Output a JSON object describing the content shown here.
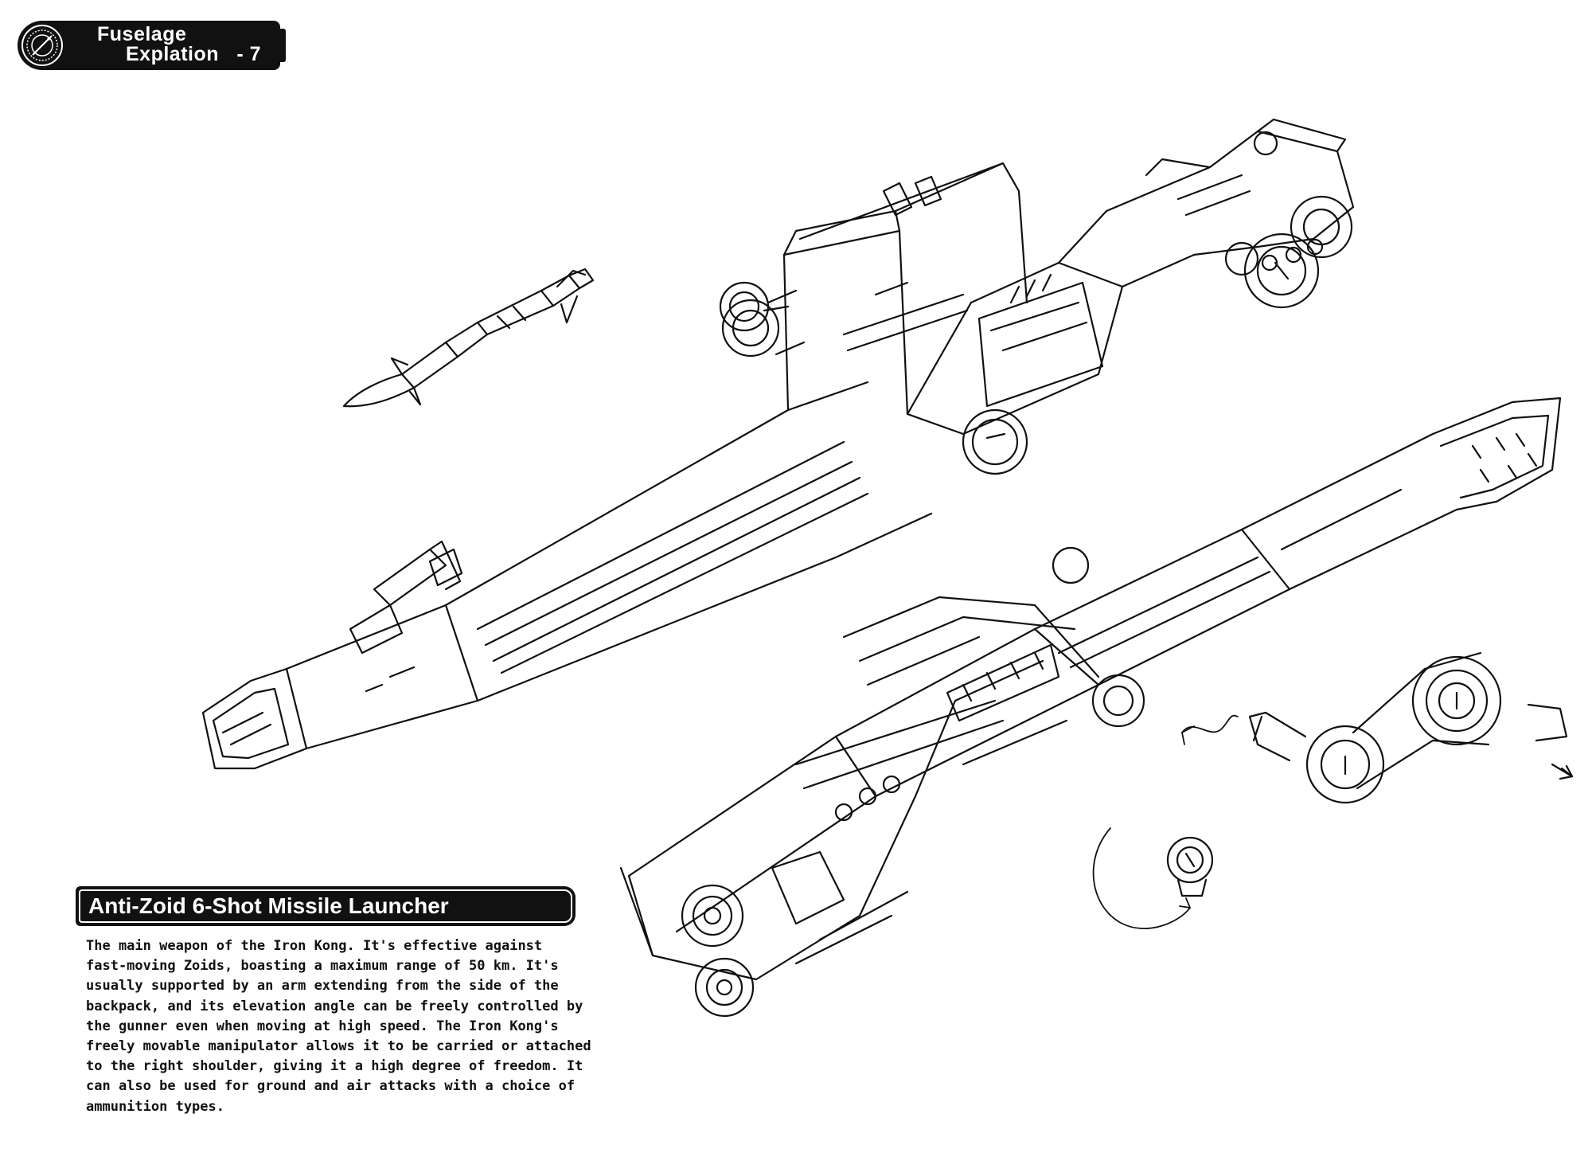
{
  "header": {
    "line1": "Fuselage",
    "line2": "Explation",
    "page_number": "- 7"
  },
  "section": {
    "title": "Anti-Zoid 6-Shot Missile Launcher",
    "description": "The main weapon of the Iron Kong. It's effective against\nfast-moving Zoids, boasting a maximum range of 50 km. It's\nusually supported by an arm extending from the side of the\nbackpack, and its elevation angle can be freely controlled by\nthe gunner even when moving at high speed. The Iron Kong's\nfreely movable manipulator allows it to be carried or attached\nto the right shoulder, giving it a high degree of freedom. It\ncan also be used for ground and air attacks with a choice of\nammunition types."
  },
  "illustration": {
    "subjects": [
      "missile-launcher-top-view",
      "missile-launcher-bottom-view",
      "missile",
      "mounting-joint",
      "connector-part"
    ]
  }
}
